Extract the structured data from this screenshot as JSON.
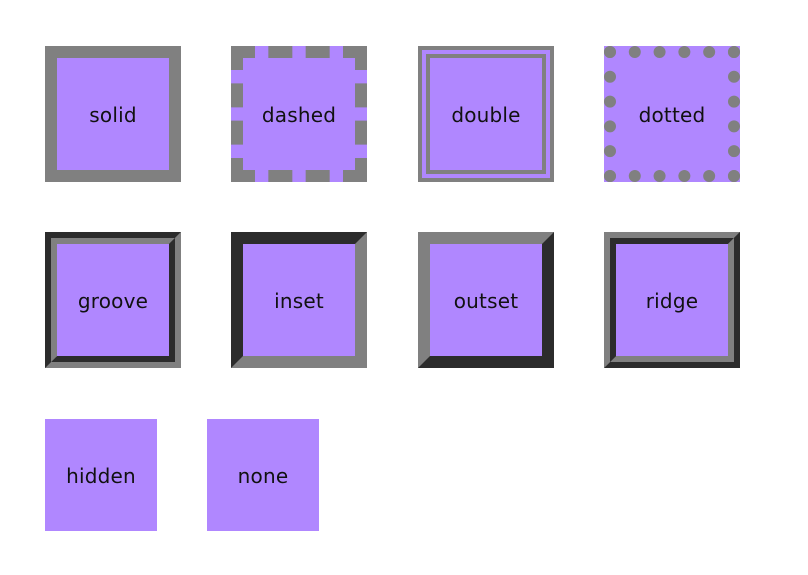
{
  "boxes": [
    {
      "label": "solid"
    },
    {
      "label": "dashed"
    },
    {
      "label": "double"
    },
    {
      "label": "dotted"
    },
    {
      "label": "groove"
    },
    {
      "label": "inset"
    },
    {
      "label": "outset"
    },
    {
      "label": "ridge"
    },
    {
      "label": "hidden"
    },
    {
      "label": "none"
    }
  ],
  "colors": {
    "fill": "#b087ff",
    "border": "#808080",
    "text": "#111111",
    "background": "#ffffff"
  }
}
